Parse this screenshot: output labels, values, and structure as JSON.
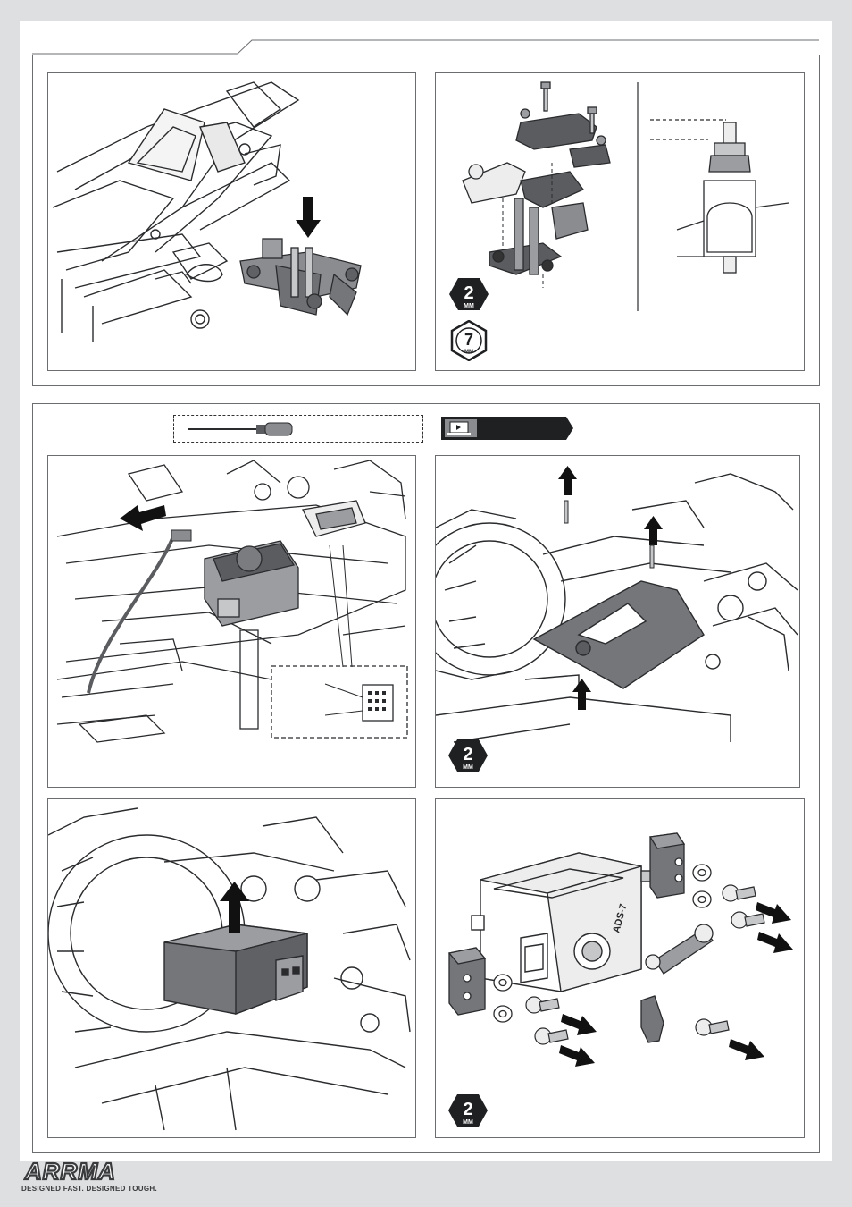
{
  "page": {
    "tool_sizes": {
      "hex_2mm": {
        "number": "2",
        "unit": "MM"
      },
      "nut_7mm": {
        "number": "7",
        "unit": "MM"
      }
    },
    "servo_label": "ADS-7",
    "footer": {
      "logo_text": "ARRMA",
      "tagline": "DESIGNED FAST. DESIGNED TOUGH."
    },
    "colors": {
      "page_bg": "#dedfe1",
      "line": "#2a2b2d",
      "part_dark": "#5a5c5f",
      "part_mid": "#8a8c90",
      "arrow": "#111111"
    },
    "icons": [
      "screwdriver-icon",
      "video-laptop-icon",
      "down-arrow-icon",
      "up-arrow-icon",
      "right-arrow-icon",
      "hex-2mm-icon",
      "nut-7mm-icon"
    ]
  }
}
